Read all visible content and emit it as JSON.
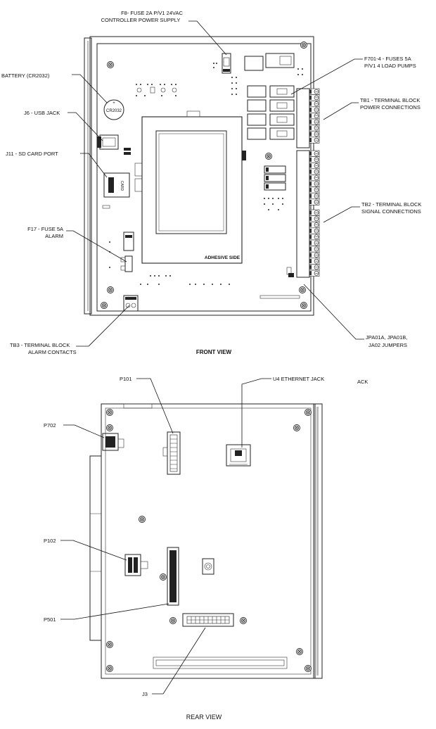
{
  "front_view": {
    "title": "FRONT VIEW",
    "adhesive_label": "ADHESIVE SIDE",
    "battery_mark": "CR2032",
    "battery_plus": "+",
    "sd_mark": "CARD",
    "callouts": {
      "f8_line1": "F8- FUSE 2A P/V1 24VAC",
      "f8_line2": "CONTROLLER POWER SUPPLY",
      "battery": "BATTERY (CR2032)",
      "j6": "J6 - USB JACK",
      "j11": "J11 - SD CARD PORT",
      "f17_line1": "F17 - FUSE 5A",
      "f17_line2": "ALARM",
      "tb3_line1": "TB3 - TERMINAL BLOCK",
      "tb3_line2": "ALARM CONTACTS",
      "f701_line1": "F701-4 - FUSES 5A",
      "f701_line2": "P/V1 4 LOAD PUMPS",
      "tb1_line1": "TB1 - TERMINAL BLOCK",
      "tb1_line2": "POWER CONNECTIONS",
      "tb2_line1": "TB2 - TERMINAL BLOCK",
      "tb2_line2": "SIGNAL CONNECTIONS",
      "jpa_line1": "JPA01A, JPA01B,",
      "jpa_line2": "JA02 JUMPERS"
    }
  },
  "rear_view": {
    "title": "REAR VIEW",
    "callouts": {
      "p101": "P101",
      "u4": "U4 ETHERNET JACK",
      "ack": "ACK",
      "p702": "P702",
      "p102": "P102",
      "p501": "P501",
      "j3": "J3"
    }
  }
}
